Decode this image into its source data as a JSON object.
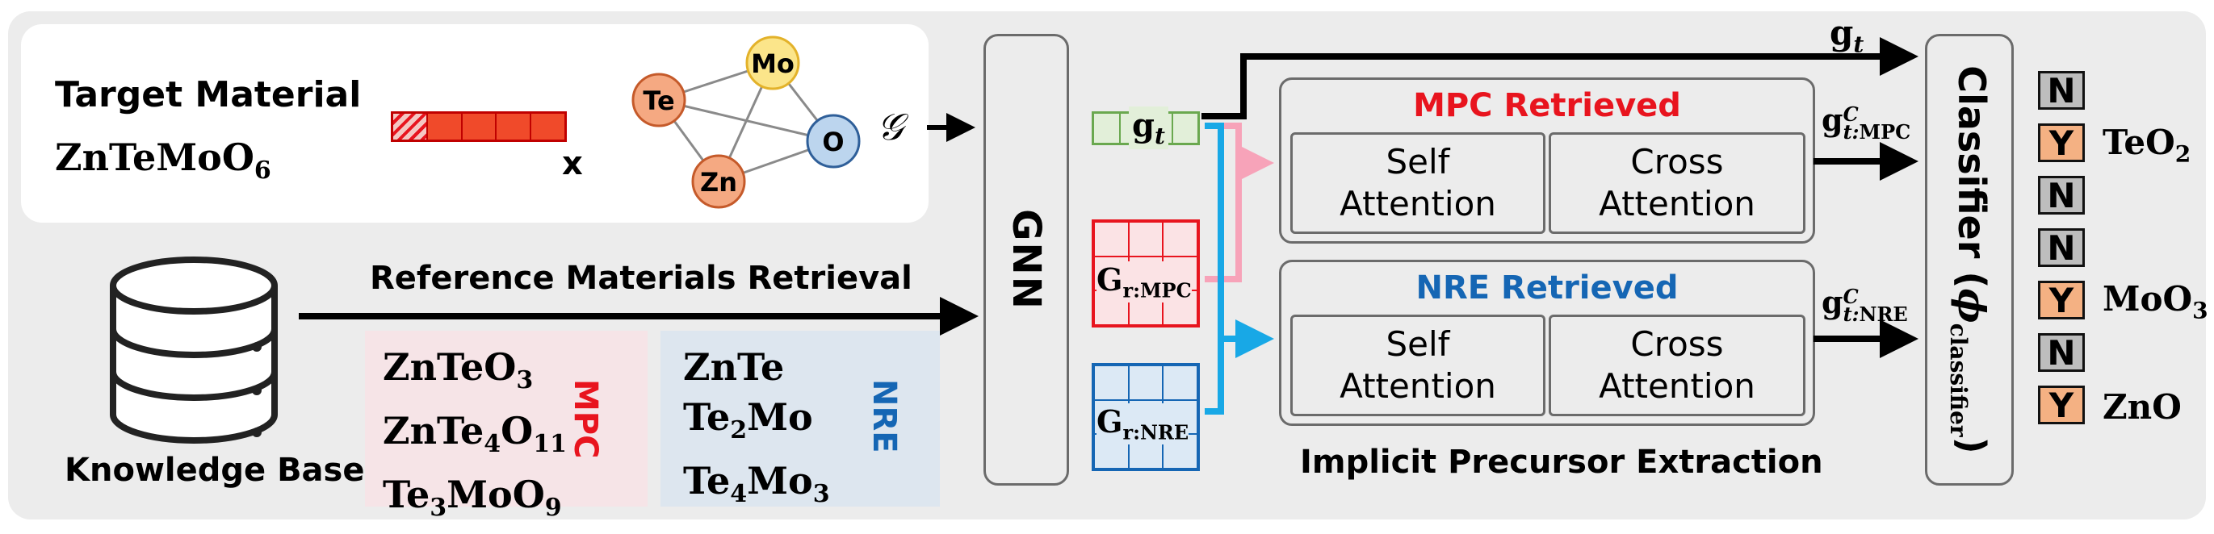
{
  "target": {
    "heading": "Target Material",
    "formula_base": "ZnTeMoO",
    "formula_sub": "6",
    "vector_label": "x"
  },
  "graph": {
    "nodes": [
      "Mo",
      "Te",
      "O",
      "Zn"
    ],
    "symbol": "𝒢"
  },
  "gnn": {
    "label": "GNN"
  },
  "retrieval": {
    "arrow_label": "Reference Materials Retrieval",
    "kb_label": "Knowledge Base"
  },
  "mpc": {
    "tag": "MPC",
    "formulas": [
      [
        {
          "t": "ZnTeO"
        },
        {
          "t": "3",
          "s": true
        }
      ],
      [
        {
          "t": "ZnTe"
        },
        {
          "t": "4",
          "s": true
        },
        {
          "t": "O"
        },
        {
          "t": "11",
          "s": true
        }
      ],
      [
        {
          "t": "Te"
        },
        {
          "t": "3",
          "s": true
        },
        {
          "t": "MoO"
        },
        {
          "t": "9",
          "s": true
        }
      ]
    ]
  },
  "nre": {
    "tag": "NRE",
    "formulas": [
      [
        {
          "t": "ZnTe"
        }
      ],
      [
        {
          "t": "Te"
        },
        {
          "t": "2",
          "s": true
        },
        {
          "t": "Mo"
        }
      ],
      [
        {
          "t": "Te"
        },
        {
          "t": "4",
          "s": true
        },
        {
          "t": "Mo"
        },
        {
          "t": "3",
          "s": true
        }
      ]
    ]
  },
  "embeddings": {
    "gt_base": "g",
    "gt_sub": "t",
    "gmpc_base": "G",
    "gmpc_sub": "r:MPC",
    "gnre_base": "G",
    "gnre_sub": "r:NRE"
  },
  "ipe": {
    "title": "Implicit Precursor Extraction",
    "mpc_title": "MPC Retrieved",
    "nre_title": "NRE Retrieved",
    "self_attention": [
      "Self",
      "Attention"
    ],
    "cross_attention": [
      "Cross",
      "Attention"
    ]
  },
  "outputs": {
    "gt_base": "g",
    "gt_sub": "t",
    "gc_base": "g",
    "gc_sub": "t:",
    "gc_sup": "C",
    "mpc_sub": "MPC",
    "nre_sub": "NRE"
  },
  "classifier": {
    "label": "Classifier (",
    "phi": "ϕ",
    "phi_sub": "classifier",
    "close": ")"
  },
  "predictions": [
    {
      "v": "N",
      "label": ""
    },
    {
      "v": "Y",
      "label": "TeO",
      "sub": "2"
    },
    {
      "v": "N",
      "label": ""
    },
    {
      "v": "N",
      "label": ""
    },
    {
      "v": "Y",
      "label": "MoO",
      "sub": "3"
    },
    {
      "v": "N",
      "label": ""
    },
    {
      "v": "Y",
      "label": "ZnO"
    }
  ],
  "colors": {
    "mpc": "#e8141e",
    "nre": "#1566b4",
    "pink": "#f7a3b9",
    "cyan": "#18a8e6",
    "green": "#6aa84f",
    "yes": "#f4b183",
    "no": "#bdbdbd"
  }
}
